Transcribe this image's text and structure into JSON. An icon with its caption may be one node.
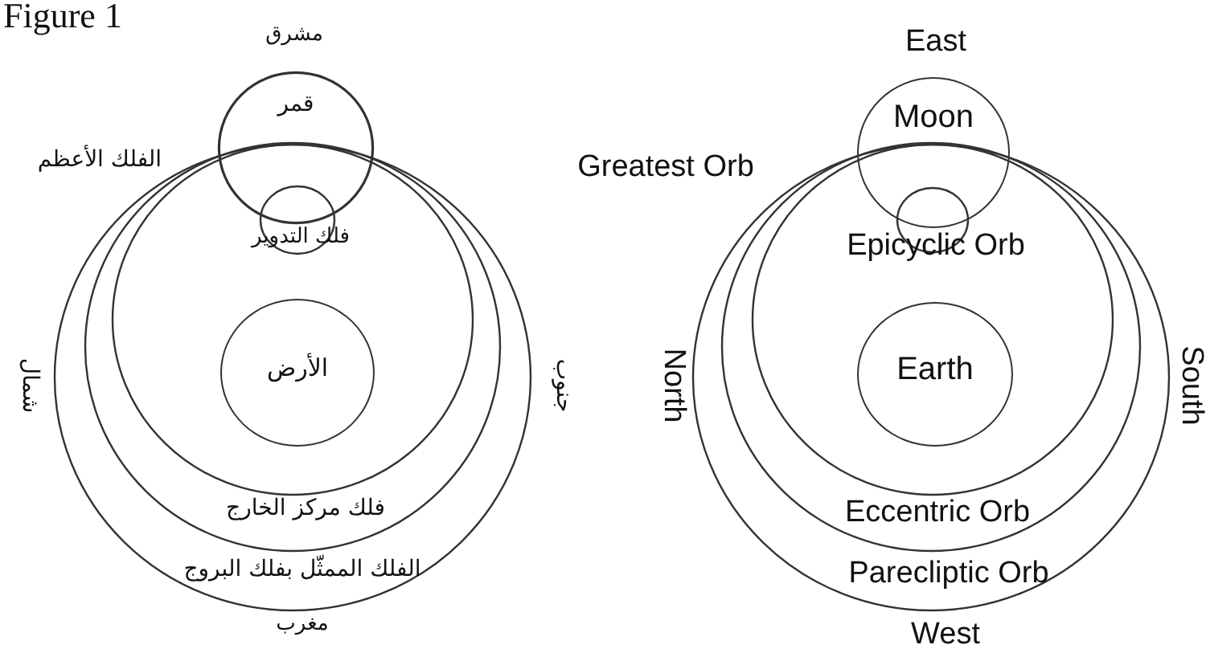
{
  "diagram": {
    "nodes": [
      {
        "text": [
          "قمر"
        ]
      },
      {
        "text": [
          "الأرض"
        ]
      },
      {
        "text": [
          "Moon"
        ]
      },
      {
        "text": [
          "Earth"
        ]
      }
    ],
    "labels": [
      "Figure 1",
      "مشرق",
      "East",
      "الفلك الأعظم",
      "Greatest Orb",
      "فلك التدوير",
      "Epicyclic Orb",
      "شمال",
      "جنوب",
      "North",
      "South",
      "فلك مركز الخارج",
      "Eccentric Orb",
      "الفلك الممثّل بفلك البروج",
      "Parecliptic Orb",
      "مغرب",
      "West"
    ]
  }
}
